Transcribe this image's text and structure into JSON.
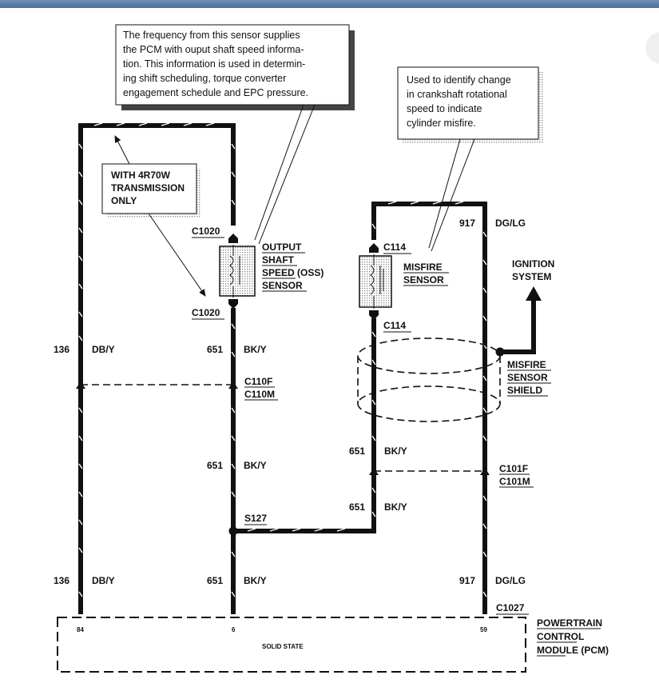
{
  "notes": {
    "oss_lines": [
      "The frequency from this sensor supplies",
      "the PCM with ouput shaft speed informa-",
      "tion.  This information is used in determin-",
      "ing shift scheduling, torque converter",
      "engagement schedule and EPC pressure."
    ],
    "misfire_lines": [
      "Used to identify change",
      "in crankshaft rotational",
      "speed to indicate",
      "cylinder misfire."
    ],
    "transmission_lines": [
      "WITH 4R70W",
      "TRANSMISSION",
      "ONLY"
    ]
  },
  "components": {
    "oss_lines": [
      "OUTPUT",
      "SHAFT",
      "SPEED (OSS)",
      "SENSOR"
    ],
    "misfire_lines": [
      "MISFIRE",
      "SENSOR"
    ],
    "ignition_lines": [
      "IGNITION",
      "SYSTEM"
    ],
    "shield_lines": [
      "MISFIRE",
      "SENSOR",
      "SHIELD"
    ],
    "pcm_lines": [
      "POWERTRAIN",
      "CONTROL",
      "MODULE (PCM)"
    ],
    "pcm_internal": "SOLID STATE"
  },
  "connectors": {
    "c1020": "C1020",
    "c114": "C114",
    "c110f": "C110F",
    "c110m": "C110M",
    "c101f": "C101F",
    "c101m": "C101M",
    "s127": "S127",
    "c1027": "C1027"
  },
  "wires": {
    "w136": "136",
    "db_y": "DB/Y",
    "w651": "651",
    "bk_y": "BK/Y",
    "w917": "917",
    "dg_lg": "DG/LG"
  },
  "pins": {
    "p84": "84",
    "p6": "6",
    "p59": "59"
  }
}
